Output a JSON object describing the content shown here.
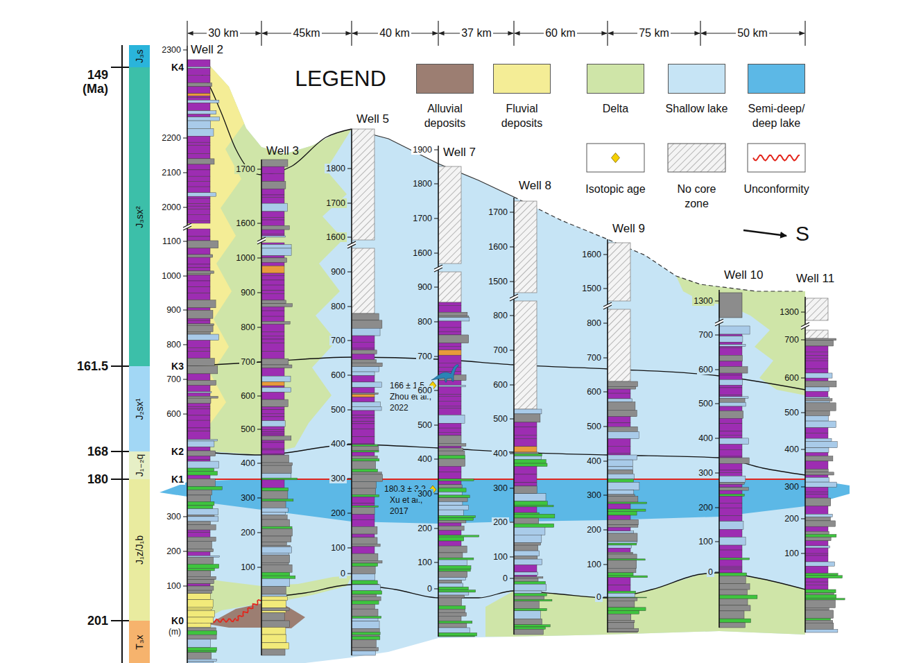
{
  "diagram": {
    "nodes": [
      {
        "text": [
          "J₃s"
        ]
      },
      {
        "text": [
          "J₃sx²"
        ]
      },
      {
        "text": [
          "J₂sx¹"
        ]
      },
      {
        "text": [
          "J₁₋₂q"
        ]
      },
      {
        "text": [
          "J₁z/J₁b"
        ]
      },
      {
        "text": [
          "T₃x"
        ]
      }
    ],
    "labels": [
      "30 km",
      "45km",
      "40 km",
      "37 km",
      "60 km",
      "75 km",
      "50 km",
      "149",
      "(Ma)",
      "161.5",
      "168",
      "180",
      "201",
      "LEGEND",
      "S",
      "166 ± 1.5",
      "Zhou et al.,",
      "2022",
      "180.3 ± 3.2",
      "Xu et al.,",
      "2017",
      "Well 2",
      "2300",
      "2200",
      "2100",
      "2000",
      "1100",
      "1000",
      "900",
      "800",
      "700",
      "600",
      "300",
      "200",
      "100",
      "Well 3",
      "1700",
      "1600",
      "1000",
      "900",
      "800",
      "700",
      "600",
      "500",
      "400",
      "300",
      "200",
      "100",
      "Well 5",
      "1800",
      "1700",
      "1600",
      "900",
      "800",
      "700",
      "600",
      "500",
      "400",
      "300",
      "200",
      "100",
      "0",
      "Well 7",
      "1900",
      "1800",
      "1700",
      "1600",
      "900",
      "800",
      "700",
      "600",
      "500",
      "400",
      "300",
      "200",
      "100",
      "0",
      "Well 8",
      "1700",
      "1600",
      "1500",
      "800",
      "700",
      "600",
      "500",
      "400",
      "300",
      "200",
      "100",
      "0",
      "Well 9",
      "1600",
      "1500",
      "800",
      "700",
      "600",
      "500",
      "400",
      "300",
      "200",
      "100",
      "0",
      "Well 10",
      "1300",
      "700",
      "600",
      "500",
      "400",
      "300",
      "200",
      "100",
      "0",
      "Well 11",
      "1300",
      "700",
      "600",
      "500",
      "400",
      "300",
      "200",
      "100",
      "K4",
      "K3",
      "K2",
      "K1",
      "K0",
      "(m)"
    ],
    "legend": [
      {
        "text": "Alluvial deposits",
        "color": "#9c7e72"
      },
      {
        "text": "Fluvial deposits",
        "color": "#f4ed96"
      },
      {
        "text": "Delta",
        "color": "#cfe5a8"
      },
      {
        "text": "Shallow lake",
        "color": "#c6e4f5"
      },
      {
        "text": "Semi-deep/ deep lake",
        "color": "#5cb8e6"
      },
      {
        "text": "Isotopic age"
      },
      {
        "text": "No core zone"
      },
      {
        "text": "Unconformity"
      }
    ]
  }
}
